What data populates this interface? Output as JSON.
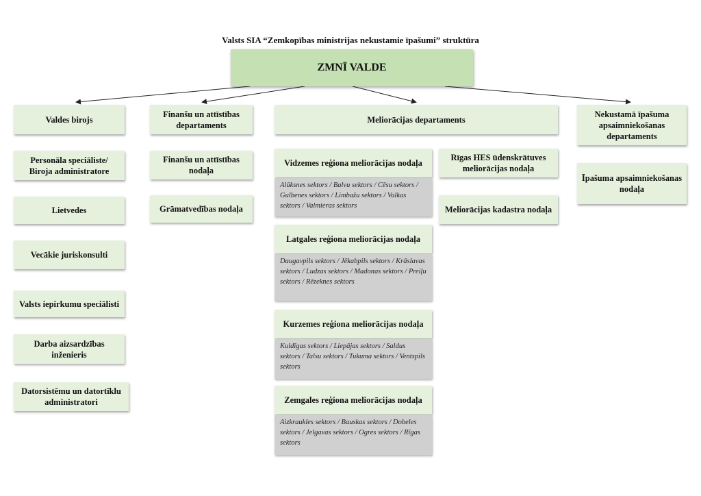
{
  "title": "Valsts SIA “Zemkopības ministrijas nekustamie īpašumi” struktūra",
  "board": "ZMNĪ VALDE",
  "departments": {
    "office": "Valdes birojs",
    "finance": "Finanšu un attīstības departaments",
    "melioration": "Meliorācijas departaments",
    "property": "Nekustamā īpašuma apsaimniekošanas departaments"
  },
  "office_units": [
    "Personāla speciāliste/ Biroja administratore",
    "Lietvedes",
    "Vecākie juriskonsulti",
    "Valsts iepirkumu speciālisti",
    "Darba aizsardzības inženieris",
    "Datorsistēmu un datortīklu  administratori"
  ],
  "finance_units": [
    "Finanšu un attīstības nodaļa",
    "Grāmatvedības nodaļa"
  ],
  "regions": [
    {
      "name": "Vidzemes reģiona meliorācijas nodaļa",
      "sectors": "Alūksnes sektors / Balvu sektors / Cēsu sektors / Gulbenes sektors / Limbažu sektors / Valkas sektors / Valmieras sektors"
    },
    {
      "name": "Latgales reģiona meliorācijas nodaļa",
      "sectors": "Daugavpils sektors / Jēkabpils sektors / Krāslavas sektors / Ludzas sektors / Madonas sektors / Preiļu sektors / Rēzeknes sektors"
    },
    {
      "name": "Kurzemes reģiona meliorācijas nodaļa",
      "sectors": "Kuldīgas sektors / Liepājas sektors / Saldus sektors / Talsu sektors / Tukuma sektors / Ventspils sektors"
    },
    {
      "name": "Zemgales reģiona meliorācijas nodaļa",
      "sectors": "Aizkraukles sektors / Bauskas sektors / Dobeles sektors / Jelgavas sektors / Ogres sektors / Rīgas sektors"
    }
  ],
  "melioration_units": [
    "Rīgas HES ūdenskrātuves meliorācijas nodaļa",
    "Meliorācijas kadastra nodaļa"
  ],
  "property_units": [
    "Īpašuma apsaimniekošanas nodaļa"
  ]
}
